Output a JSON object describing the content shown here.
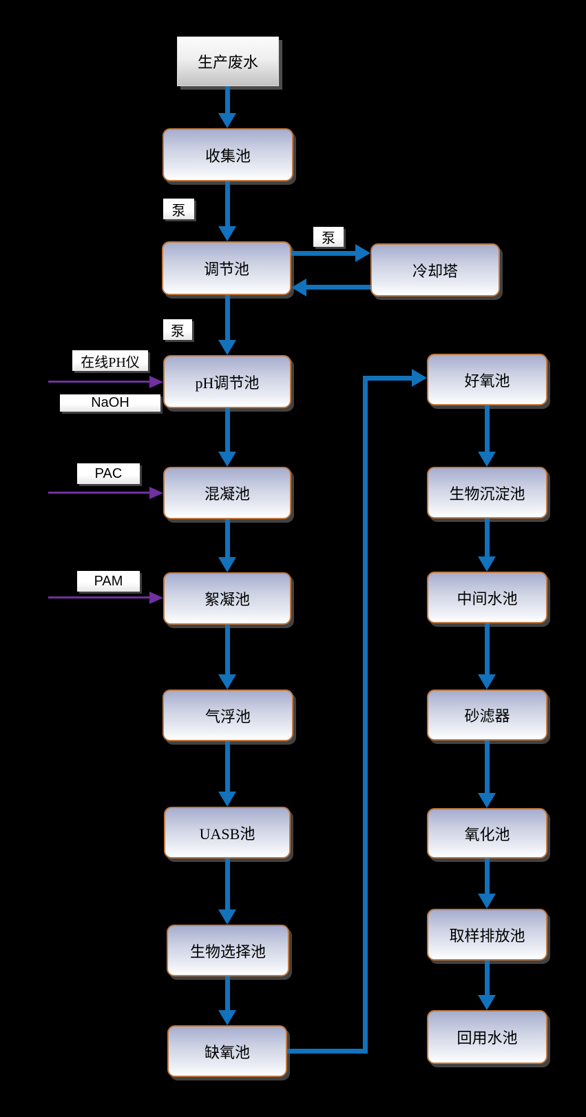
{
  "colors": {
    "background": "#000000",
    "flow_arrow_blue": "#1272BC",
    "dosing_arrow_purple": "#7030A0",
    "node_border_orange": "#C2783F",
    "node_fill_top": "#A6ADCE",
    "node_fill_bottom": "#FFFFFF",
    "start_node_fill_bottom": "#C2C2C2",
    "text": "#000000"
  },
  "nodes": {
    "production_wastewater": "生产废水",
    "collection_tank": "收集池",
    "regulation_tank": "调节池",
    "cooling_tower": "冷却塔",
    "ph_adjustment_tank": "pH调节池",
    "coagulation_tank": "混凝池",
    "flocculation_tank": "絮凝池",
    "air_flotation_tank": "气浮池",
    "uasb_tank": "UASB池",
    "bio_selection_tank": "生物选择池",
    "anoxic_tank": "缺氧池",
    "aerobic_tank": "好氧池",
    "bio_sedimentation_tank": "生物沉淀池",
    "intermediate_tank": "中间水池",
    "sand_filter": "砂滤器",
    "oxidation_tank": "氧化池",
    "sampling_discharge_tank": "取样排放池",
    "reuse_tank": "回用水池"
  },
  "annotations": {
    "pump_collection_to_regulation": "泵",
    "pump_regulation_to_cooling": "泵",
    "pump_regulation_to_ph": "泵",
    "online_ph_meter": "在线PH仪",
    "naoh": "NaOH",
    "pac": "PAC",
    "pam": "PAM"
  },
  "edges": [
    {
      "from": "production_wastewater",
      "to": "collection_tank",
      "style": "flow"
    },
    {
      "from": "collection_tank",
      "to": "regulation_tank",
      "style": "flow",
      "label": "泵"
    },
    {
      "from": "regulation_tank",
      "to": "cooling_tower",
      "style": "flow",
      "label": "泵"
    },
    {
      "from": "cooling_tower",
      "to": "regulation_tank",
      "style": "flow"
    },
    {
      "from": "regulation_tank",
      "to": "ph_adjustment_tank",
      "style": "flow",
      "label": "泵"
    },
    {
      "from": "naoh",
      "to": "ph_adjustment_tank",
      "style": "dosing",
      "label": "在线PH仪 / NaOH"
    },
    {
      "from": "ph_adjustment_tank",
      "to": "coagulation_tank",
      "style": "flow"
    },
    {
      "from": "pac",
      "to": "coagulation_tank",
      "style": "dosing",
      "label": "PAC"
    },
    {
      "from": "coagulation_tank",
      "to": "flocculation_tank",
      "style": "flow"
    },
    {
      "from": "pam",
      "to": "flocculation_tank",
      "style": "dosing",
      "label": "PAM"
    },
    {
      "from": "flocculation_tank",
      "to": "air_flotation_tank",
      "style": "flow"
    },
    {
      "from": "air_flotation_tank",
      "to": "uasb_tank",
      "style": "flow"
    },
    {
      "from": "uasb_tank",
      "to": "bio_selection_tank",
      "style": "flow"
    },
    {
      "from": "bio_selection_tank",
      "to": "anoxic_tank",
      "style": "flow"
    },
    {
      "from": "anoxic_tank",
      "to": "aerobic_tank",
      "style": "flow"
    },
    {
      "from": "aerobic_tank",
      "to": "bio_sedimentation_tank",
      "style": "flow"
    },
    {
      "from": "bio_sedimentation_tank",
      "to": "intermediate_tank",
      "style": "flow"
    },
    {
      "from": "intermediate_tank",
      "to": "sand_filter",
      "style": "flow"
    },
    {
      "from": "sand_filter",
      "to": "oxidation_tank",
      "style": "flow"
    },
    {
      "from": "oxidation_tank",
      "to": "sampling_discharge_tank",
      "style": "flow"
    },
    {
      "from": "sampling_discharge_tank",
      "to": "reuse_tank",
      "style": "flow"
    }
  ]
}
